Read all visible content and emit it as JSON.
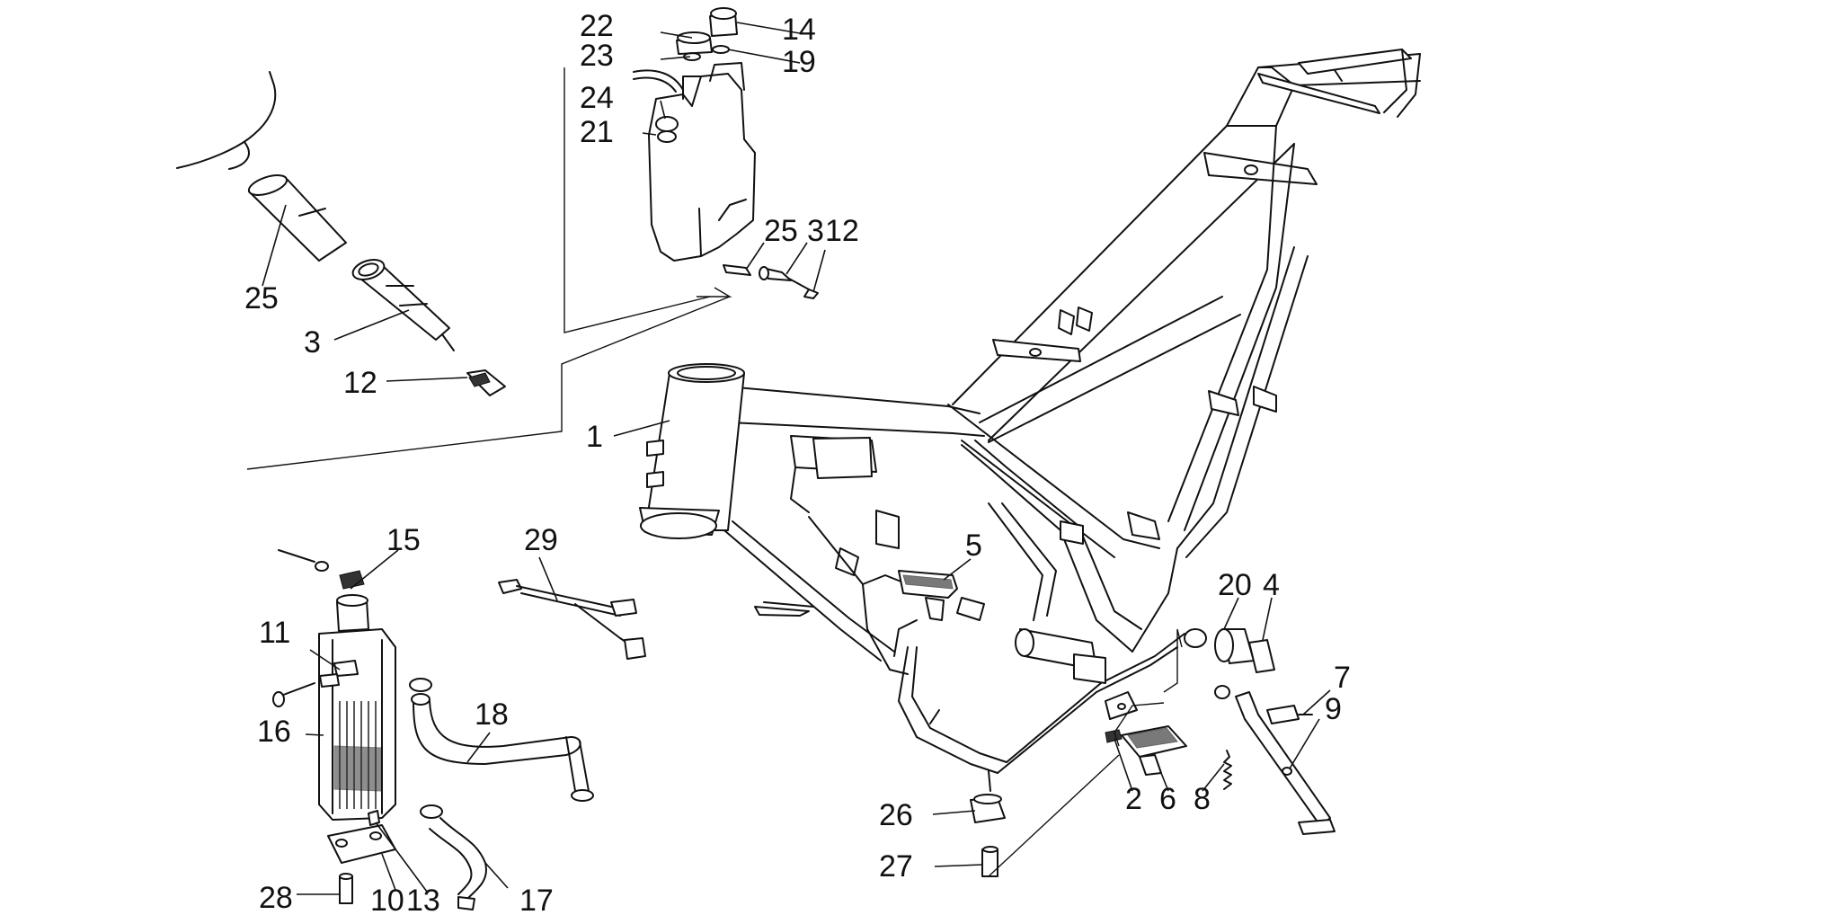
{
  "parts": [
    {
      "id": "p1",
      "label": "1"
    },
    {
      "id": "p2",
      "label": "2"
    },
    {
      "id": "p3a",
      "label": "3"
    },
    {
      "id": "p4",
      "label": "4"
    },
    {
      "id": "p5",
      "label": "5"
    },
    {
      "id": "p6",
      "label": "6"
    },
    {
      "id": "p7",
      "label": "7"
    },
    {
      "id": "p8",
      "label": "8"
    },
    {
      "id": "p9",
      "label": "9"
    },
    {
      "id": "p10",
      "label": "10"
    },
    {
      "id": "p11",
      "label": "11"
    },
    {
      "id": "p12a",
      "label": "12"
    },
    {
      "id": "p13",
      "label": "13"
    },
    {
      "id": "p14",
      "label": "14"
    },
    {
      "id": "p15",
      "label": "15"
    },
    {
      "id": "p16",
      "label": "16"
    },
    {
      "id": "p17",
      "label": "17"
    },
    {
      "id": "p18",
      "label": "18"
    },
    {
      "id": "p19",
      "label": "19"
    },
    {
      "id": "p20",
      "label": "20"
    },
    {
      "id": "p21",
      "label": "21"
    },
    {
      "id": "p22",
      "label": "22"
    },
    {
      "id": "p23",
      "label": "23"
    },
    {
      "id": "p24",
      "label": "24"
    },
    {
      "id": "p25a",
      "label": "25"
    },
    {
      "id": "p25b",
      "label": "25"
    },
    {
      "id": "p3b",
      "label": "3"
    },
    {
      "id": "p12b",
      "label": "12"
    },
    {
      "id": "p26",
      "label": "26"
    },
    {
      "id": "p27",
      "label": "27"
    },
    {
      "id": "p28",
      "label": "28"
    },
    {
      "id": "p29",
      "label": "29"
    }
  ]
}
